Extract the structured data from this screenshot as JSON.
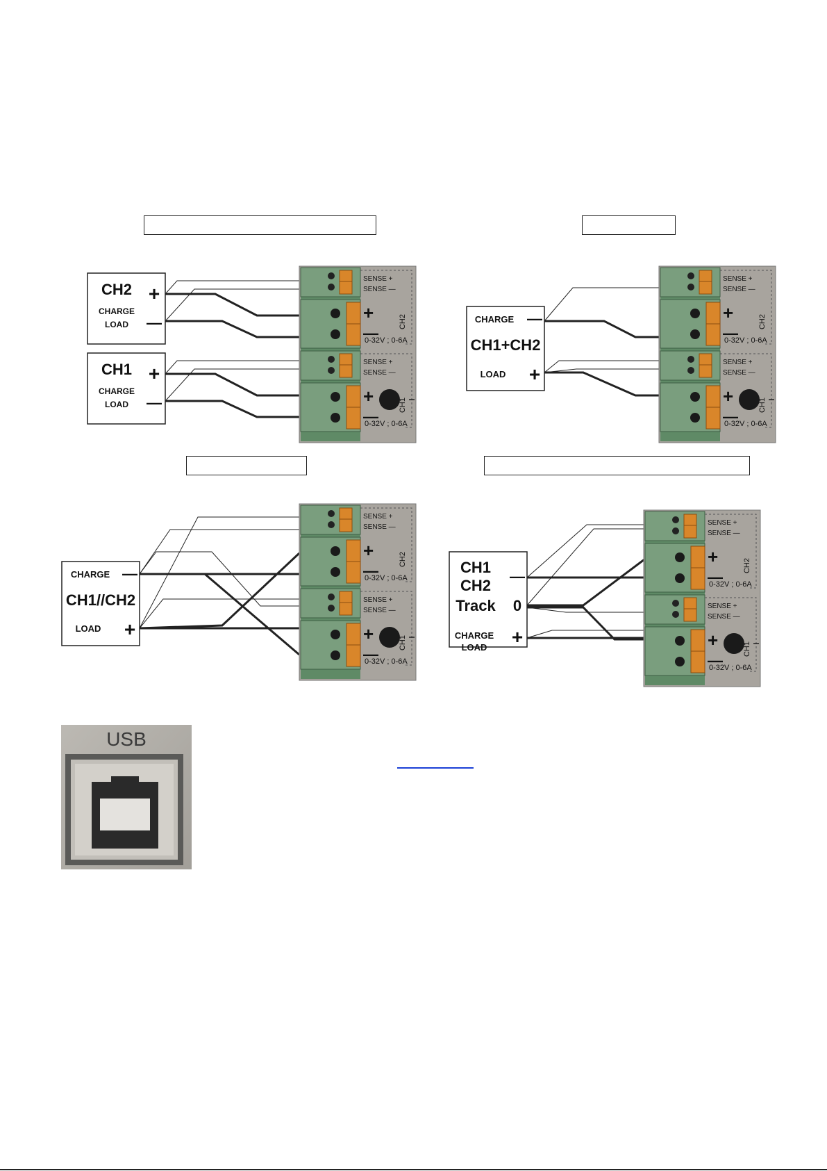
{
  "colors": {
    "terminal_green": "#7a9e7e",
    "terminal_orange": "#d9862a",
    "panel_gray": "#a8a49e",
    "wire": "#222222"
  },
  "panels": {
    "independent": {
      "ch2": {
        "name": "CH2",
        "plus": "+",
        "minus": "—",
        "charge": "CHARGE",
        "load": "LOAD"
      },
      "ch1": {
        "name": "CH1",
        "plus": "+",
        "minus": "—",
        "charge": "CHARGE",
        "load": "LOAD"
      }
    },
    "series": {
      "name": "CH1+CH2",
      "charge": "CHARGE",
      "load": "LOAD",
      "minus": "—",
      "plus": "+"
    },
    "parallel": {
      "name": "CH1//CH2",
      "charge": "CHARGE",
      "load": "LOAD",
      "minus": "—",
      "plus": "+"
    },
    "track": {
      "line1": "CH1",
      "line2": "CH2",
      "line3": "Track",
      "minus": "—",
      "zero": "0",
      "plus": "+",
      "charge": "CHARGE",
      "load": "LOAD"
    }
  },
  "terminal_block": {
    "sense_plus": "SENSE +",
    "sense_minus": "SENSE —",
    "out_plus": "+",
    "out_minus": "—",
    "rating": "0-32V ; 0-6A",
    "ch2": "CH2",
    "ch1": "CH1"
  },
  "usb": {
    "label": "USB"
  }
}
